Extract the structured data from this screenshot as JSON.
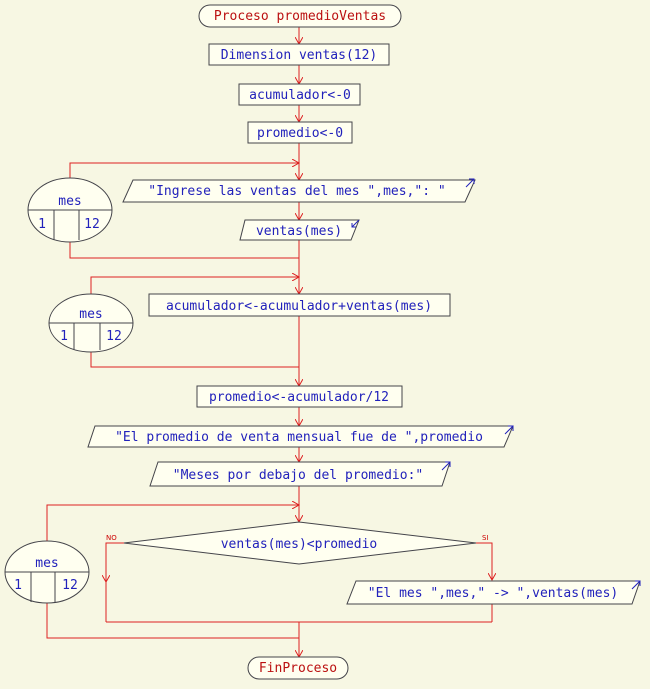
{
  "colors": {
    "background": "#f7f7e3",
    "shape_fill": "#fffff0",
    "shape_border": "#44444a",
    "text": "#2222bb",
    "terminal_text": "#bb1111",
    "flow_line": "#dd2222"
  },
  "diagram": {
    "start": "Proceso promedioVentas",
    "end": "FinProceso",
    "steps": {
      "dim": "Dimension ventas(12)",
      "init_acc": "acumulador<-0",
      "init_prom": "promedio<-0",
      "read_prompt": "\"Ingrese las ventas del mes \",mes,\": \"",
      "read_input": "ventas(mes)",
      "accumulate": "acumulador<-acumulador+ventas(mes)",
      "calc_prom": "promedio<-acumulador/12",
      "print_prom": "\"El promedio de venta mensual fue de \",promedio",
      "print_header": "\"Meses por debajo del promedio:\"",
      "condition": "ventas(mes)<promedio",
      "print_month": "\"El mes \",mes,\" -> \",ventas(mes)"
    },
    "branch_no": "NO",
    "branch_si": "SI",
    "loops": [
      {
        "var": "mes",
        "start": "1",
        "end": "12"
      },
      {
        "var": "mes",
        "start": "1",
        "end": "12"
      },
      {
        "var": "mes",
        "start": "1",
        "end": "12"
      }
    ]
  }
}
